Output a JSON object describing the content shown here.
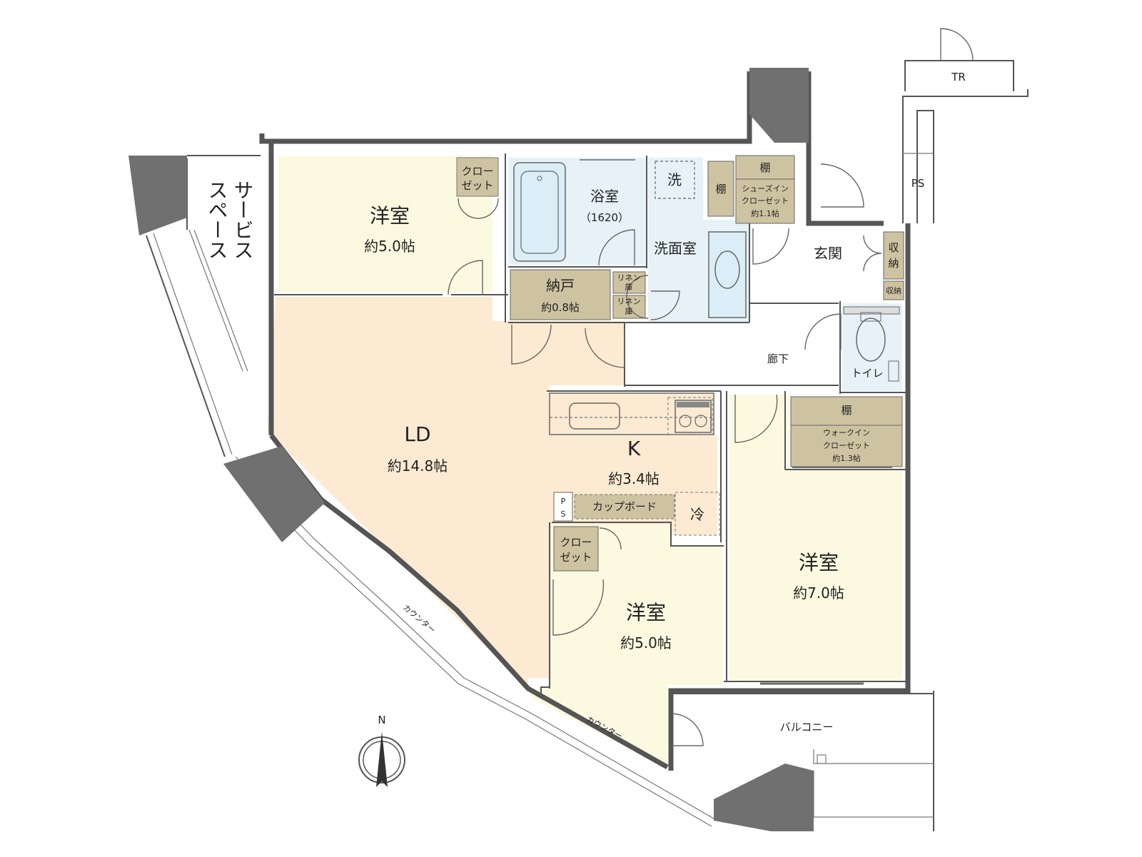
{
  "plan": {
    "colors": {
      "western_room": "#fbfae0",
      "living": "#fcebd2",
      "wet_area": "#e6f2f8",
      "storage": "#cec3a1",
      "balcony": "#ffffff",
      "wall": "#555555",
      "pillar": "#707070"
    },
    "rooms": {
      "western_nw": {
        "name": "洋室",
        "size": "約5.0帖"
      },
      "ld": {
        "name": "LD",
        "size": "約14.8帖"
      },
      "kitchen": {
        "name": "K",
        "size": "約3.4帖"
      },
      "western_center": {
        "name": "洋室",
        "size": "約5.0帖"
      },
      "western_east": {
        "name": "洋室",
        "size": "約7.0帖"
      },
      "bath": {
        "name": "浴室",
        "size": "（1620）"
      },
      "washroom": {
        "name": "洗面室"
      },
      "storeroom": {
        "name": "納戸",
        "size": "約0.8帖"
      },
      "entrance": {
        "name": "玄関"
      },
      "hallway": {
        "name": "廊下"
      },
      "toilet": {
        "name": "トイレ"
      },
      "balcony": {
        "name": "バルコニー"
      },
      "service_space": {
        "line1": "サービス",
        "line2": "スペース"
      }
    },
    "storage": {
      "closet_nw": {
        "line1": "クロー",
        "line2": "ゼット"
      },
      "closet_center": {
        "line1": "クロー",
        "line2": "ゼット"
      },
      "linen_1": {
        "line1": "リネン",
        "line2": "庫"
      },
      "linen_2": {
        "line1": "リネン",
        "line2": "庫"
      },
      "shoes_shelf_top": "棚",
      "shoes_shelf_side": "棚",
      "shoes_closet": {
        "line1": "シューズイン",
        "line2": "クローゼット",
        "size": "約1.1帖"
      },
      "entrance_storage_1": {
        "line1": "収",
        "line2": "納"
      },
      "entrance_storage_2": "収納",
      "wic_shelf": "棚",
      "wic": {
        "line1": "ウォークイン",
        "line2": "クローゼット",
        "size": "約1.3帖"
      },
      "cupboard": "カップボード"
    },
    "fixtures": {
      "washer": "洗",
      "fridge": "冷",
      "ps_kitchen_1": "P",
      "ps_kitchen_2": "S",
      "ps_top": "PS",
      "tr": "TR",
      "counter_1": "カウンター",
      "counter_2": "カウンター"
    },
    "compass": {
      "north": "N"
    }
  }
}
